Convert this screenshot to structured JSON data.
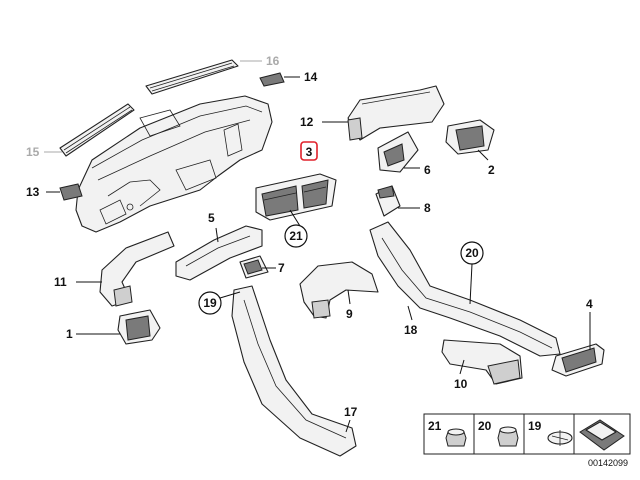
{
  "diagram": {
    "diagram_id": "00142099",
    "highlight_color": "#e0202a",
    "muted_color": "#aaaaaa",
    "callouts": {
      "c1": "1",
      "c2": "2",
      "c3": "3",
      "c4": "4",
      "c5": "5",
      "c6": "6",
      "c7": "7",
      "c8": "8",
      "c9": "9",
      "c10": "10",
      "c11": "11",
      "c12": "12",
      "c13": "13",
      "c14": "14",
      "c15": "15",
      "c16": "16",
      "c17": "17",
      "c18": "18",
      "c19": "19",
      "c20": "20",
      "c21": "21"
    },
    "legend": {
      "l21": "21",
      "l20": "20",
      "l19": "19"
    }
  }
}
